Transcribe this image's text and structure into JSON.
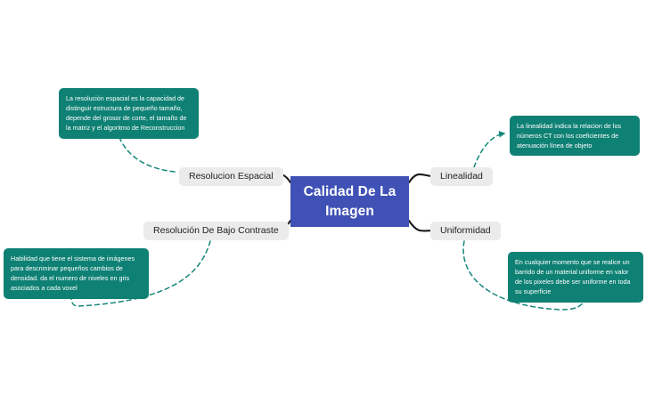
{
  "diagram": {
    "type": "mind-map",
    "colors": {
      "root_fill": "#3f51b5",
      "root_text": "#ffffff",
      "branch_fill": "#ebebeb",
      "branch_text": "#222222",
      "note_fill": "#0e8074",
      "note_text": "#ffffff",
      "edge_stroke": "#1a1a1a",
      "dashed_stroke": "#15877b",
      "background": "#ffffff"
    },
    "root": {
      "label": "Calidad De La Imagen"
    },
    "branches": [
      {
        "id": "resolucion-espacial",
        "label": "Resolucion Espacial",
        "position": "top-left",
        "note": "La resolución espacial es la capacidad de distinguir estructura de pequeño tamaño, depende del grosor de corte, el tamaño de la matriz y el algoritmo de Reconstruccion"
      },
      {
        "id": "resolucion-de-bajo-contraste",
        "label": "Resolución De Bajo Contraste",
        "position": "bottom-left",
        "note": "Habilidad que tiene el sistema de imágenes para descriminar pequeños cambios de densidad. da el numero de niveles en gris asociados a cada voxel"
      },
      {
        "id": "linealidad",
        "label": "Linealidad",
        "position": "top-right",
        "note": "La linealidad indica la relacion de los números CT con los coeficientes de atenuación línea de objeto"
      },
      {
        "id": "uniformidad",
        "label": "Uniformidad",
        "position": "bottom-right",
        "note": "En cualquier momento que se realice un barrido de un material uniforme en valor de los pixeles debe ser uniforme en toda su superficie"
      }
    ]
  }
}
